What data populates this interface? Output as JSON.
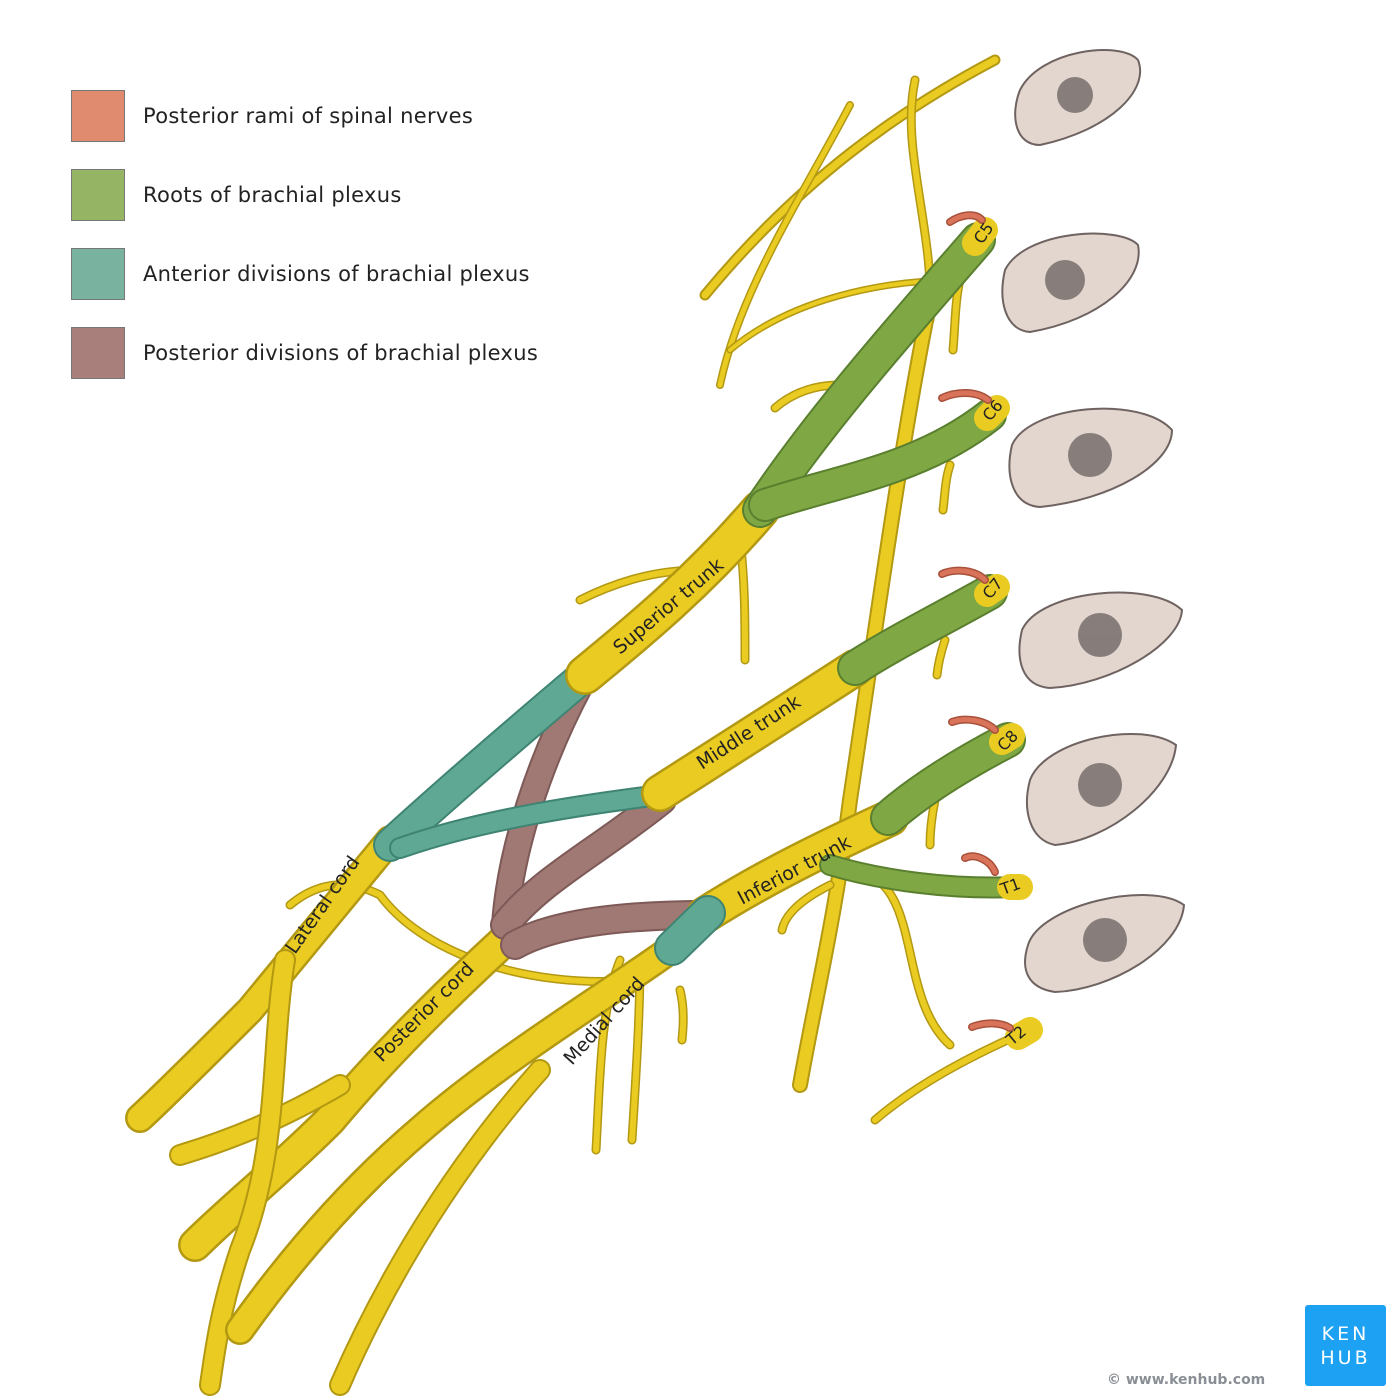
{
  "legend": [
    {
      "label": "Posterior rami of spinal nerves",
      "color": "#e08a70"
    },
    {
      "label": "Roots of brachial plexus",
      "color": "#95b464"
    },
    {
      "label": "Anterior divisions of brachial plexus",
      "color": "#79b3a0"
    },
    {
      "label": "Posterior divisions of brachial plexus",
      "color": "#a97f7b"
    }
  ],
  "labels": {
    "superior_trunk": "Superior trunk",
    "middle_trunk": "Middle trunk",
    "inferior_trunk": "Inferior trunk",
    "lateral_cord": "Lateral cord",
    "posterior_cord": "Posterior cord",
    "medial_cord": "Medial cord",
    "c5": "C5",
    "c6": "C6",
    "c7": "C7",
    "c8": "C8",
    "t1": "T1",
    "t2": "T2"
  },
  "colors": {
    "nerve": "#e9cb22",
    "nerve_edge": "#b39812",
    "root": "#7fa845",
    "anterior": "#5fa894",
    "posterior": "#a07874",
    "ramus": "#d9735a",
    "bone": "#e3d6cf"
  },
  "logo": {
    "line1": "KEN",
    "line2": "HUB"
  },
  "copyright": "© www.kenhub.com"
}
